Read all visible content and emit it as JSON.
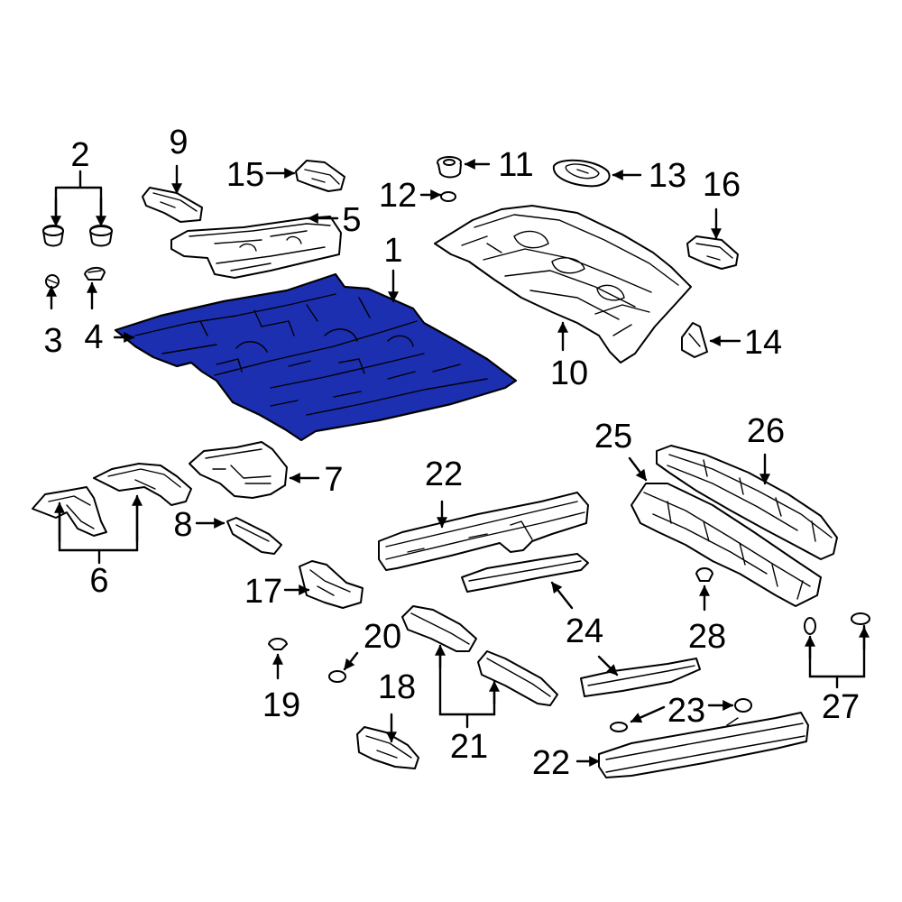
{
  "highlight_color": "#1c2fb0",
  "callouts": {
    "c1": "1",
    "c2": "2",
    "c3": "3",
    "c4": "4",
    "c5": "5",
    "c6": "6",
    "c7": "7",
    "c8": "8",
    "c9": "9",
    "c10": "10",
    "c11": "11",
    "c12": "12",
    "c13": "13",
    "c14": "14",
    "c15": "15",
    "c16": "16",
    "c17": "17",
    "c18": "18",
    "c19": "19",
    "c20": "20",
    "c21": "21",
    "c22a": "22",
    "c22b": "22",
    "c23": "23",
    "c24": "24",
    "c25": "25",
    "c26": "26",
    "c27": "27",
    "c28": "28"
  }
}
